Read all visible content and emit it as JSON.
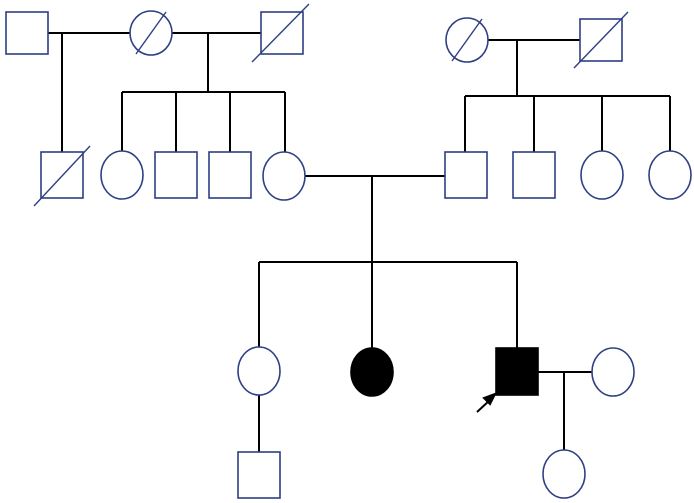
{
  "pedigree": {
    "colors": {
      "symbol_outline": "#2e3f84",
      "connector": "#000000",
      "affected_fill": "#000000",
      "unaffected_fill": "#ffffff"
    },
    "generations": [
      {
        "generation": 1,
        "individuals": [
          {
            "id": "g1-maternal-grandfather",
            "sex": "male",
            "status": "unaffected",
            "deceased": false
          },
          {
            "id": "g1-maternal-grandmother",
            "sex": "female",
            "status": "unaffected",
            "deceased": true
          },
          {
            "id": "g1-maternal-grandmother-partner",
            "sex": "male",
            "status": "unaffected",
            "deceased": true
          },
          {
            "id": "g1-paternal-grandmother",
            "sex": "female",
            "status": "unaffected",
            "deceased": true
          },
          {
            "id": "g1-paternal-grandfather",
            "sex": "male",
            "status": "unaffected",
            "deceased": true
          }
        ]
      },
      {
        "generation": 2,
        "individuals": [
          {
            "id": "g2-maternal-half-uncle",
            "sex": "male",
            "status": "unaffected",
            "deceased": true
          },
          {
            "id": "g2-maternal-aunt",
            "sex": "female",
            "status": "unaffected",
            "deceased": false
          },
          {
            "id": "g2-maternal-uncle-1",
            "sex": "male",
            "status": "unaffected",
            "deceased": false
          },
          {
            "id": "g2-maternal-uncle-2",
            "sex": "male",
            "status": "unaffected",
            "deceased": false
          },
          {
            "id": "g2-mother",
            "sex": "female",
            "status": "unaffected",
            "deceased": false
          },
          {
            "id": "g2-father",
            "sex": "male",
            "status": "unaffected",
            "deceased": false
          },
          {
            "id": "g2-paternal-uncle",
            "sex": "male",
            "status": "unaffected",
            "deceased": false
          },
          {
            "id": "g2-paternal-aunt-1",
            "sex": "female",
            "status": "unaffected",
            "deceased": false
          },
          {
            "id": "g2-paternal-aunt-2",
            "sex": "female",
            "status": "unaffected",
            "deceased": false
          }
        ]
      },
      {
        "generation": 3,
        "individuals": [
          {
            "id": "g3-sister",
            "sex": "female",
            "status": "unaffected",
            "deceased": false
          },
          {
            "id": "g3-affected-sister",
            "sex": "female",
            "status": "affected",
            "deceased": false
          },
          {
            "id": "g3-proband",
            "sex": "male",
            "status": "affected",
            "deceased": false,
            "proband": true
          },
          {
            "id": "g3-proband-spouse",
            "sex": "female",
            "status": "unaffected",
            "deceased": false
          }
        ]
      },
      {
        "generation": 4,
        "individuals": [
          {
            "id": "g4-nephew",
            "sex": "male",
            "status": "unaffected",
            "deceased": false
          },
          {
            "id": "g4-proband-daughter",
            "sex": "female",
            "status": "unaffected",
            "deceased": false
          }
        ]
      }
    ]
  }
}
